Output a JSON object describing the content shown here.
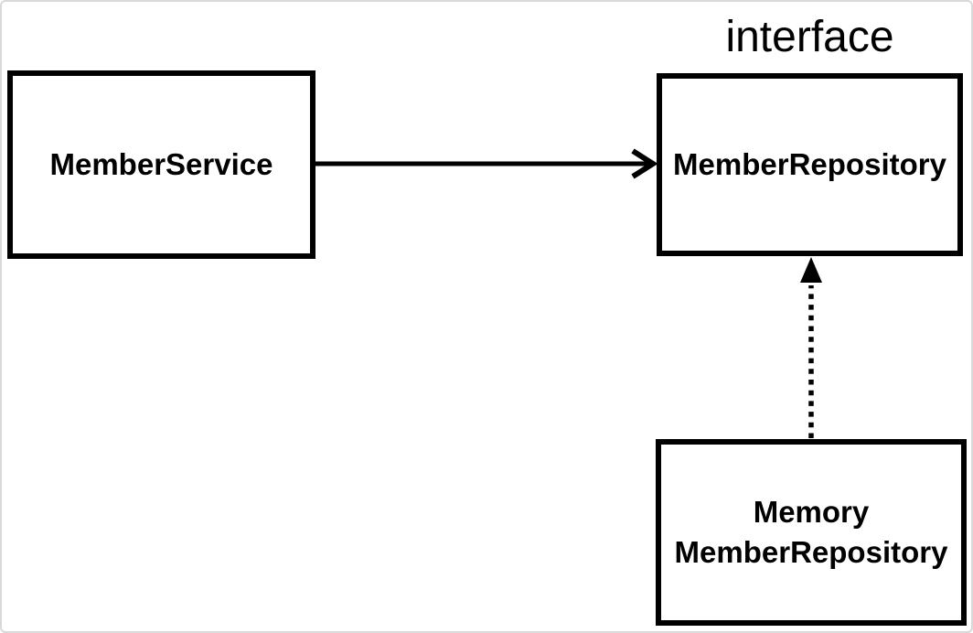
{
  "canvas": {
    "background_color": "#ffffff",
    "frame_border_color": "#d9d9d9"
  },
  "diagram": {
    "type": "uml-dependency-diagram",
    "stroke_color": "#000000",
    "text_color": "#000000",
    "nodes": [
      {
        "id": "member-service",
        "label": "MemberService"
      },
      {
        "id": "member-repository",
        "label": "MemberRepository",
        "stereotype_label": "interface"
      },
      {
        "id": "memory-member-repository",
        "label_lines": [
          "Memory",
          "MemberRepository"
        ]
      }
    ],
    "edges": [
      {
        "from": "MemberService",
        "to": "MemberRepository",
        "line_style": "solid",
        "arrowhead": "open-chevron"
      },
      {
        "from": "MemoryMemberRepository",
        "to": "MemberRepository",
        "line_style": "dotted",
        "arrowhead": "filled-triangle"
      }
    ]
  }
}
